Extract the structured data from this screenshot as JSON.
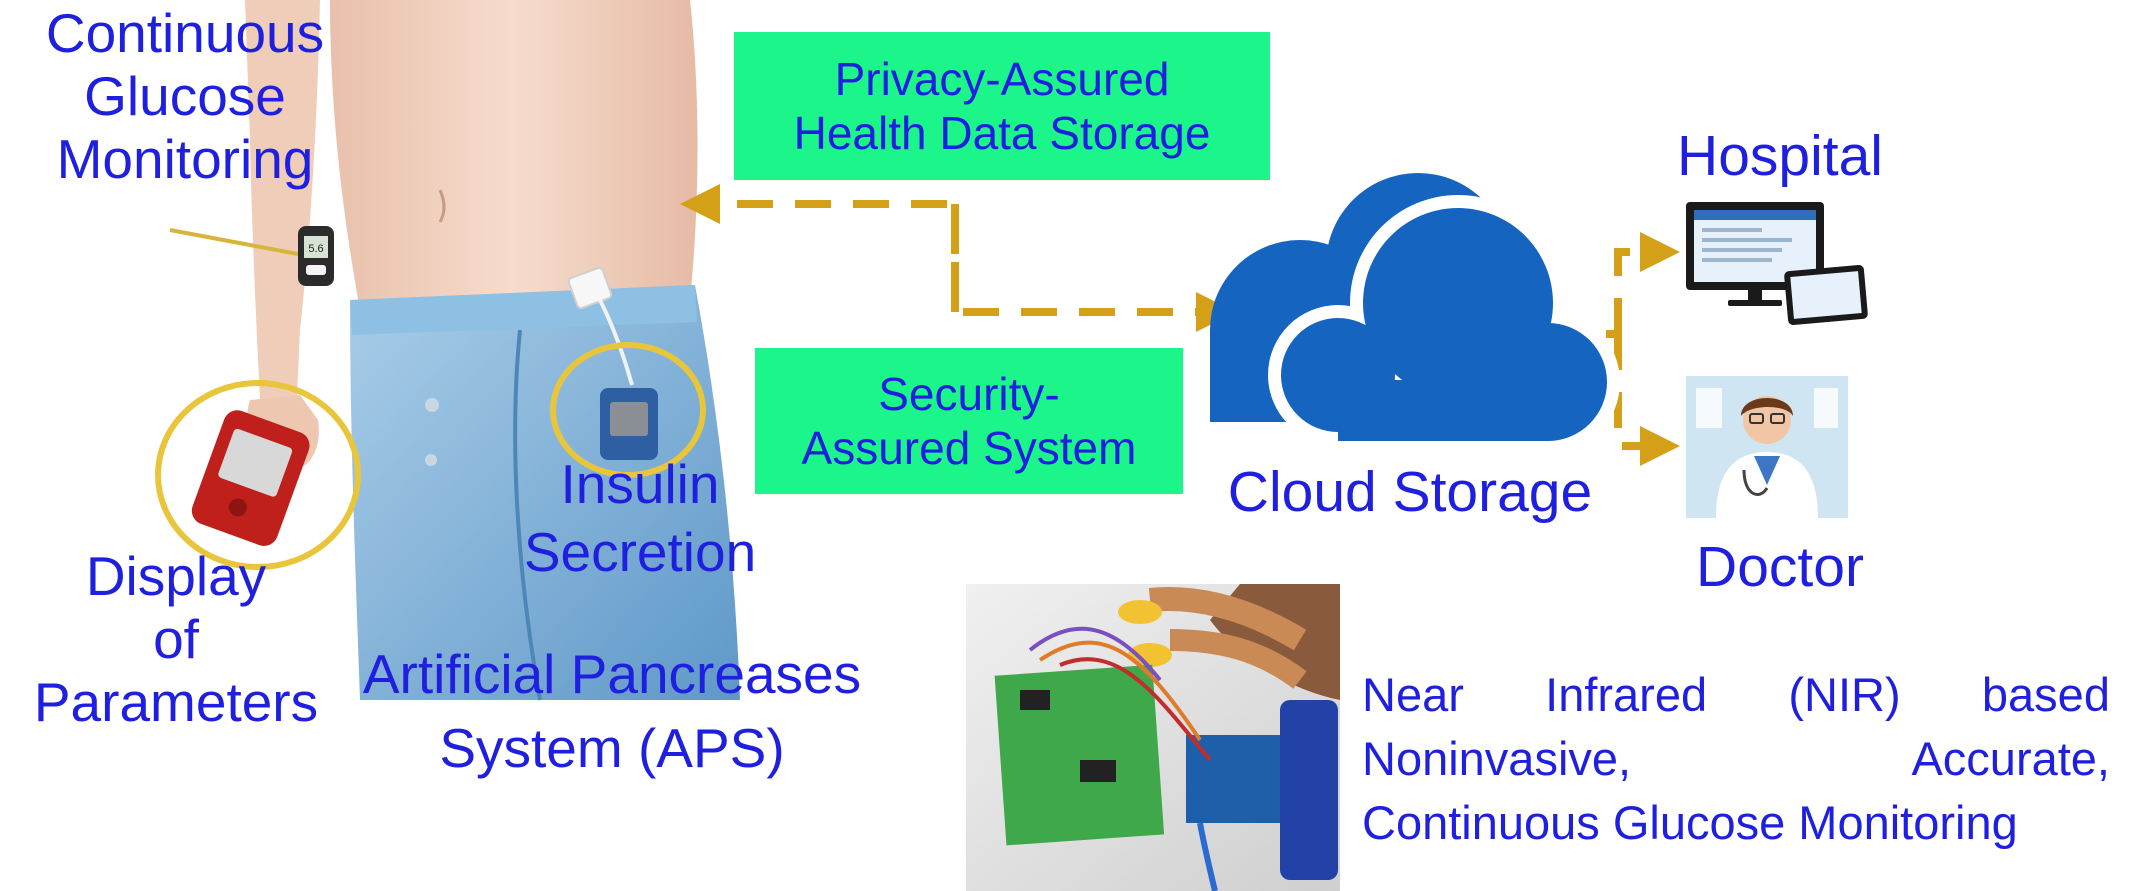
{
  "labels": {
    "cgm": [
      "Continuous",
      "Glucose",
      "Monitoring"
    ],
    "display": [
      "Display",
      "of",
      "Parameters"
    ],
    "insulin": [
      "Insulin",
      "Secretion"
    ],
    "aps": [
      "Artificial Pancreases",
      "System (APS)"
    ],
    "cloud": "Cloud Storage",
    "hospital": "Hospital",
    "doctor": "Doctor"
  },
  "boxes": {
    "privacy": [
      "Privacy-Assured",
      "Health Data Storage"
    ],
    "security": [
      "Security-",
      "Assured System"
    ]
  },
  "nir": {
    "row1": [
      "Near",
      "Infrared",
      "(NIR)",
      "based"
    ],
    "row2": [
      "Noninvasive,",
      "Accurate,"
    ],
    "row3": "Continuous Glucose Monitoring"
  },
  "devices": {
    "glucometer_reading": "5.6"
  },
  "colors": {
    "text": "#1f1fe0",
    "box": "#1cf58a",
    "arrow": "#d4a017",
    "cloud": "#1565c0",
    "ring": "#e8c53a",
    "jeans": "#7fb4d9",
    "skin": "#f3d3c2"
  }
}
